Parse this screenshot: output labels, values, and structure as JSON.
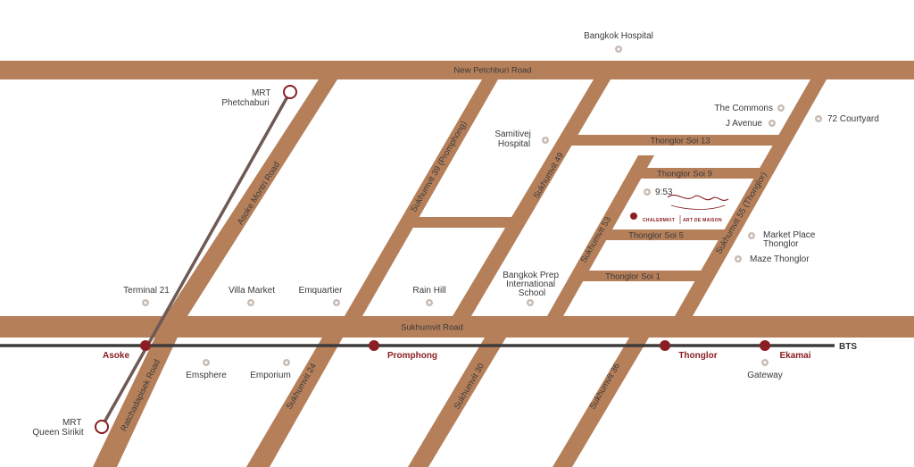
{
  "colors": {
    "road": "#b57f5a",
    "rail": "#3d3a3a",
    "mrt_line": "#6e5a55",
    "station": "#8b1e22",
    "poi_dot": "#c9bcb5"
  },
  "roads": {
    "new_petchburi": "New Petchburi Road",
    "sukhumvit": "Sukhumvit Road",
    "asoke_montri": "Asoke Montri Road",
    "ratchadapisek": "Ratchadapisek Road",
    "sukhumvit_39": "Sukhumvit 39 (Promphong)",
    "sukhumvit_49": "Sukhumvit 49",
    "sukhumvit_53": "Sukhumvit 53",
    "sukhumvit_55": "Sukhumvit 55 (Thonglor)",
    "sukhumvit_24": "Sukhumvit 24",
    "sukhumvit_30": "Sukhumvit 30",
    "sukhumvit_36": "Sukhumvit 36",
    "thonglor_soi_13": "Thonglor Soi 13",
    "thonglor_soi_9": "Thonglor Soi 9",
    "thonglor_soi_5": "Thonglor Soi 5",
    "thonglor_soi_1": "Thonglor Soi 1"
  },
  "transit": {
    "bts_label": "BTS",
    "asoke": "Asoke",
    "promphong": "Promphong",
    "thonglor": "Thonglor",
    "ekamai": "Ekamai",
    "mrt_phetchaburi": [
      "MRT",
      "Phetchaburi"
    ],
    "mrt_queen_sirikit": [
      "MRT",
      "Queen Sirikit"
    ]
  },
  "places": {
    "bangkok_hospital": "Bangkok Hospital",
    "the_commons": "The Commons",
    "j_avenue": "J Avenue",
    "courtyard_72": "72 Courtyard",
    "samitivej": [
      "Samitivej",
      "Hospital"
    ],
    "nine_fifty_three": "9:53",
    "market_place": [
      "Market Place",
      "Thonglor"
    ],
    "maze_thonglor": "Maze Thonglor",
    "terminal_21": "Terminal 21",
    "villa_market": "Villa Market",
    "emquartier": "Emquartier",
    "rain_hill": "Rain Hill",
    "bangkok_prep": [
      "Bangkok Prep",
      "International",
      "School"
    ],
    "emsphere": "Emsphere",
    "emporium": "Emporium",
    "gateway": "Gateway"
  },
  "project_logo": {
    "name_left": "CHALERMKIT",
    "name_right": "ART DE MAISON"
  }
}
